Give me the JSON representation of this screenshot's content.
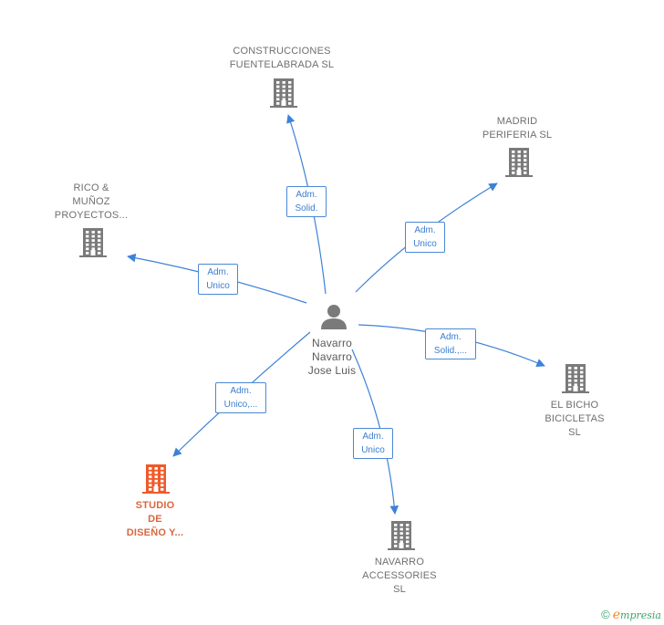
{
  "center": {
    "name": "Navarro\nNavarro\nJose Luis",
    "icon": "person-icon"
  },
  "companies": [
    {
      "id": "construcciones",
      "name": "CONSTRUCCIONES\nFUENTELABRADA SL",
      "icon": "building-icon",
      "highlight": false
    },
    {
      "id": "madrid",
      "name": "MADRID\nPERIFERIA SL",
      "icon": "building-icon",
      "highlight": false
    },
    {
      "id": "rico",
      "name": "RICO &\nMUÑOZ\nPROYECTOS...",
      "icon": "building-icon",
      "highlight": false
    },
    {
      "id": "bicho",
      "name": "EL BICHO\nBICICLETAS\nSL",
      "icon": "building-icon",
      "highlight": false
    },
    {
      "id": "studio",
      "name": "STUDIO\nDE\nDISEÑO Y...",
      "icon": "building-icon",
      "highlight": true
    },
    {
      "id": "navarro-acc",
      "name": "NAVARRO\nACCESSORIES\nSL",
      "icon": "building-icon",
      "highlight": false
    }
  ],
  "relations": [
    {
      "to": "construcciones",
      "label": "Adm.\nSolid."
    },
    {
      "to": "madrid",
      "label": "Adm.\nUnico"
    },
    {
      "to": "rico",
      "label": "Adm.\nUnico"
    },
    {
      "to": "bicho",
      "label": "Adm.\nSolid.,..."
    },
    {
      "to": "studio",
      "label": "Adm.\nUnico,..."
    },
    {
      "to": "navarro-acc",
      "label": "Adm.\nUnico"
    }
  ],
  "colors": {
    "edge": "#3d82d8",
    "building": "#7a7a7a",
    "highlight": "#ef5a2a",
    "person": "#7a7a7a"
  },
  "brand": {
    "copyright": "©",
    "e": "e",
    "rest": "mpresia"
  }
}
